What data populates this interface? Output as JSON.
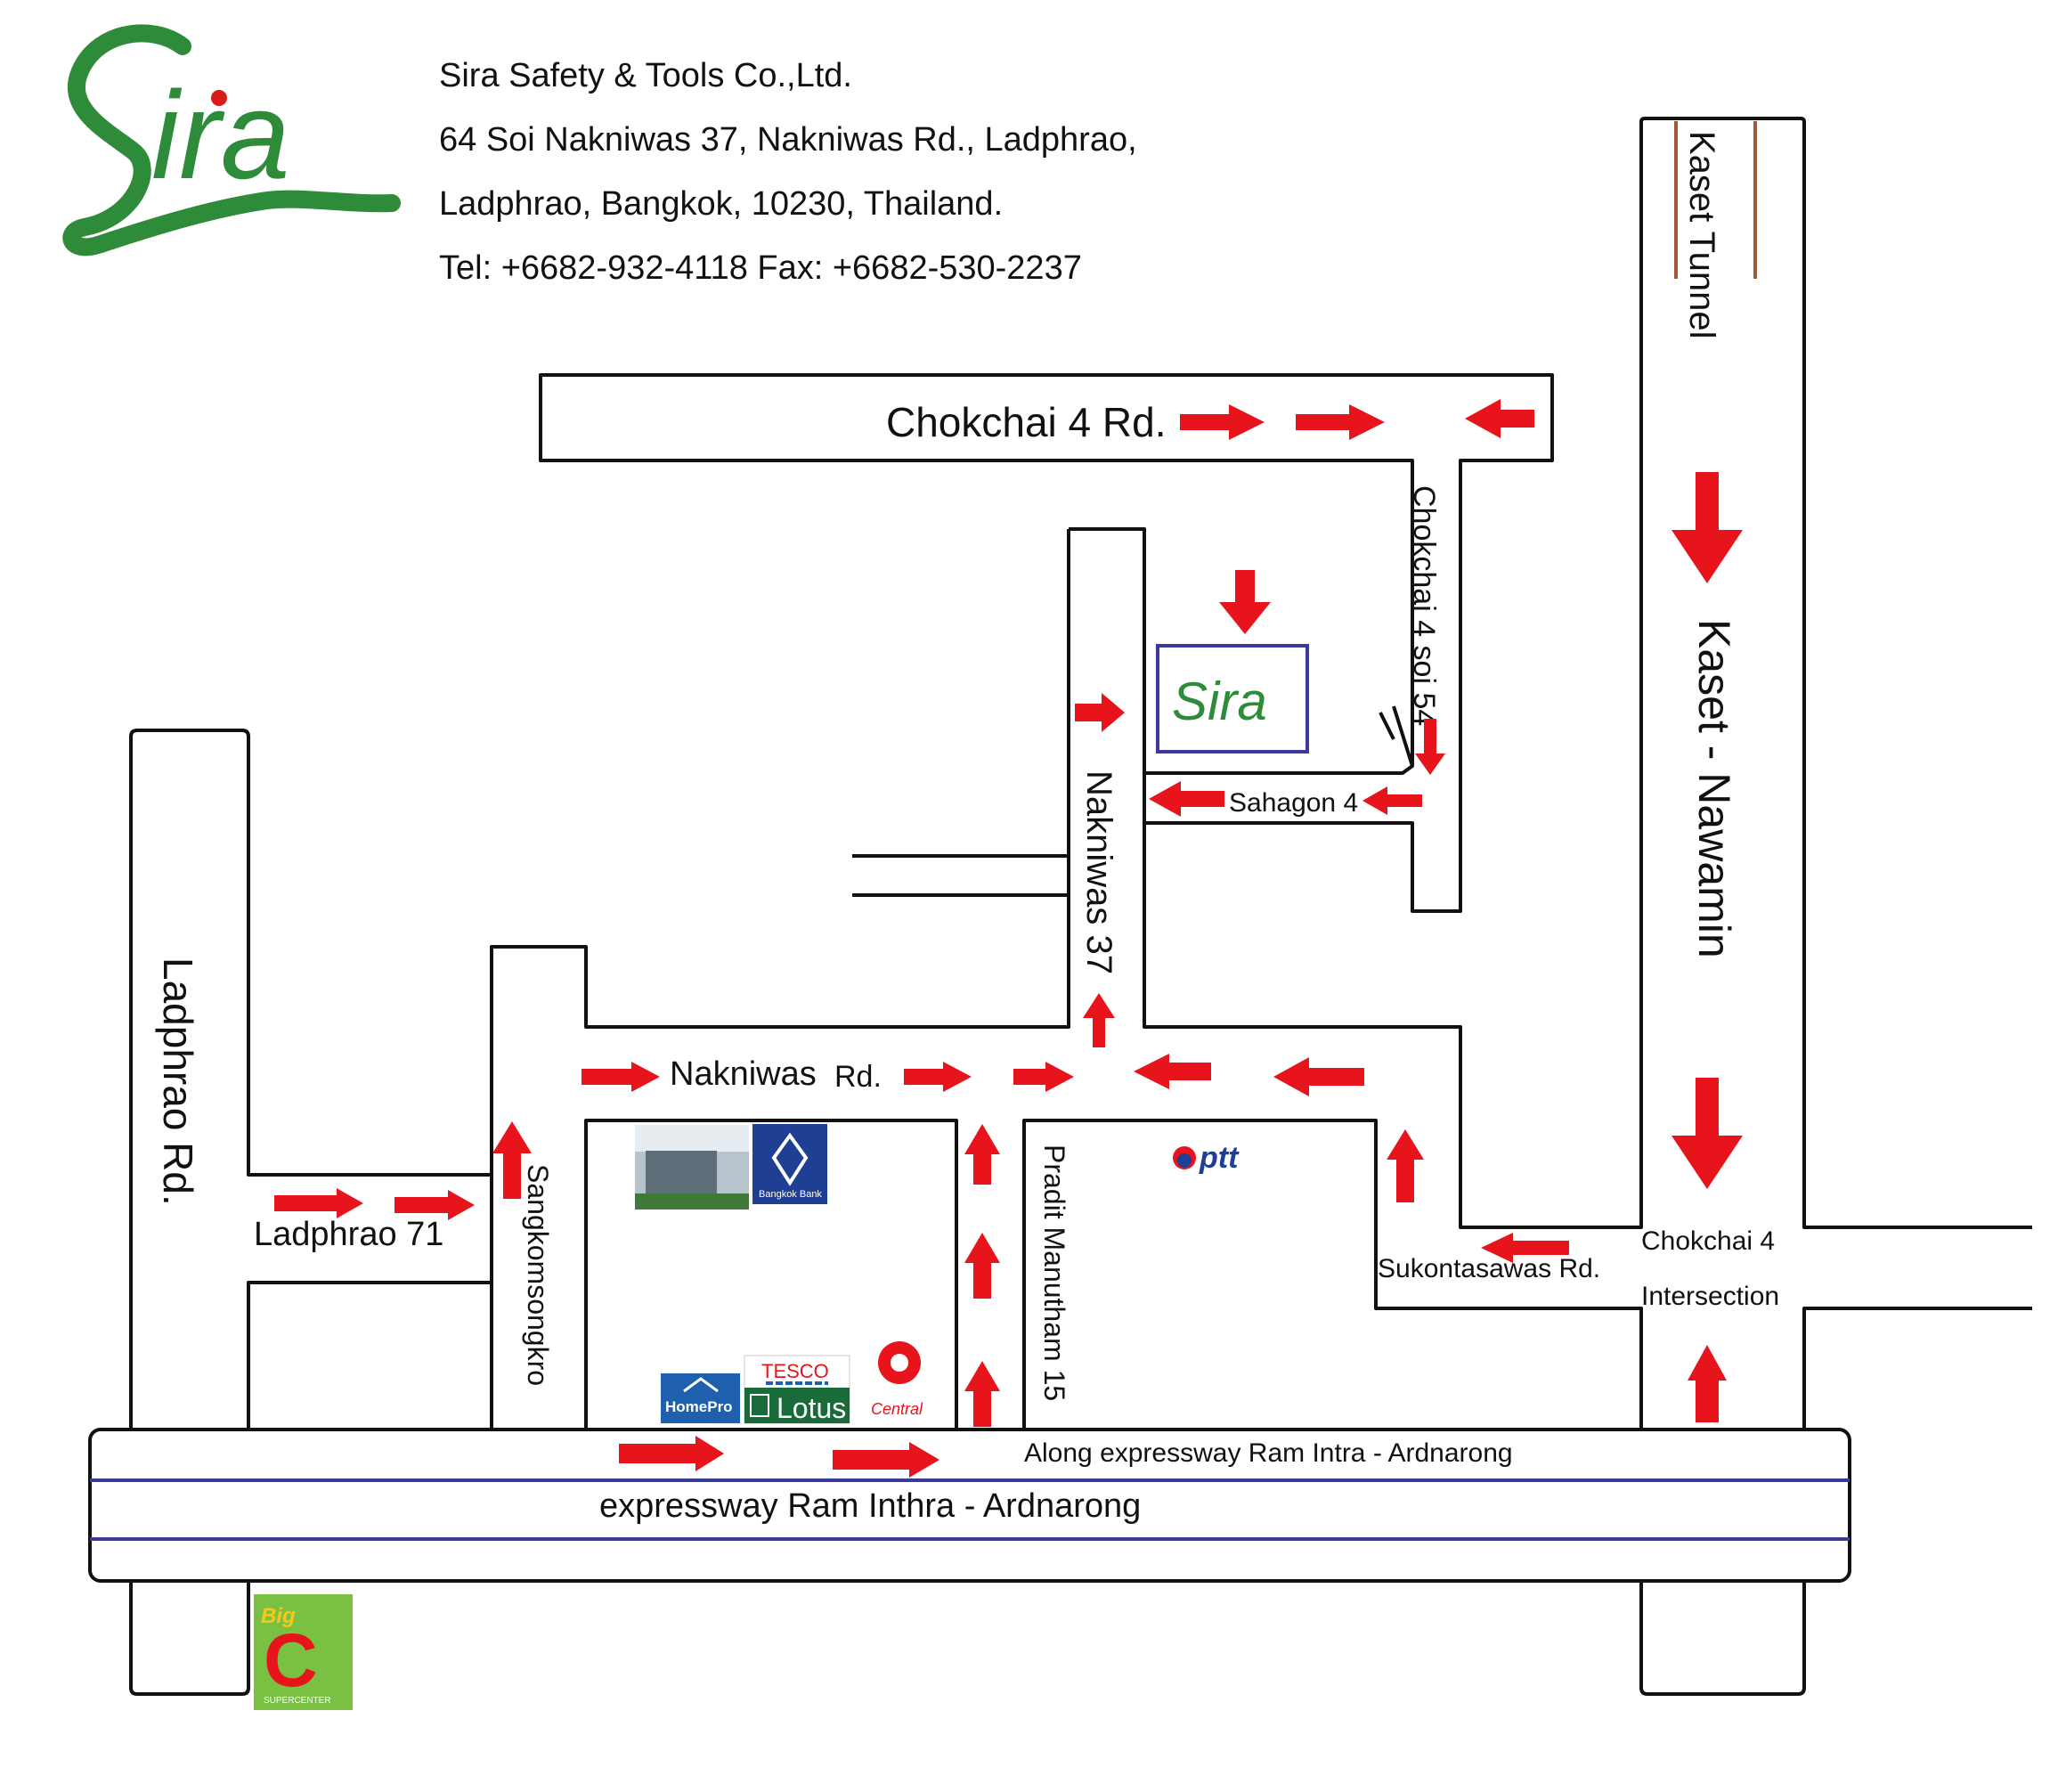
{
  "company": {
    "logo_text": "Sira",
    "name": "Sira Safety & Tools Co.,Ltd.",
    "address_line1": "64 Soi Nakniwas 37, Nakniwas Rd., Ladphrao,",
    "address_line2": "Ladphrao, Bangkok, 10230, Thailand.",
    "contact": "Tel: +6682-932-4118 Fax: +6682-530-2237"
  },
  "roads": {
    "chokchai4": "Chokchai 4 Rd.",
    "kaset_tunnel": "Kaset Tunnel",
    "kaset_nawamin": "Kaset - Nawamin",
    "chokchai4_soi54": "Chokchai 4 soi 54",
    "sahagon4": "Sahagon 4",
    "nakniwas37": "Nakniwas 37",
    "nakniwas_rd_name": "Nakniwas",
    "nakniwas_rd_suffix": "Rd.",
    "ladphrao_rd": "Ladphrao Rd.",
    "ladphrao71": "Ladphrao 71",
    "sangkomsongkro": "Sangkomsongkro",
    "pradit_manutham": "Pradit Manutham 15",
    "sukontasawas": "Sukontasawas Rd.",
    "intersection_line1": "Chokchai 4",
    "intersection_line2": "Intersection",
    "along_expressway": "Along expressway Ram Intra - Ardnarong",
    "expressway": "expressway Ram Inthra - Ardnarong"
  },
  "landmarks": {
    "sira_box": "Sira",
    "bangkok_bank": "Bangkok Bank",
    "ptt": "ptt",
    "tesco": "TESCO",
    "lotus": "Lotus",
    "homepro": "HomePro",
    "central": "Central",
    "bigc_top": "Big",
    "bigc_letter": "C",
    "bigc_sub": "SUPERCENTER"
  },
  "colors": {
    "arrow": "#e8141b",
    "road_outline": "#111111",
    "expressway_line": "#3a3a9c",
    "logo_green": "#2e8b3a"
  }
}
